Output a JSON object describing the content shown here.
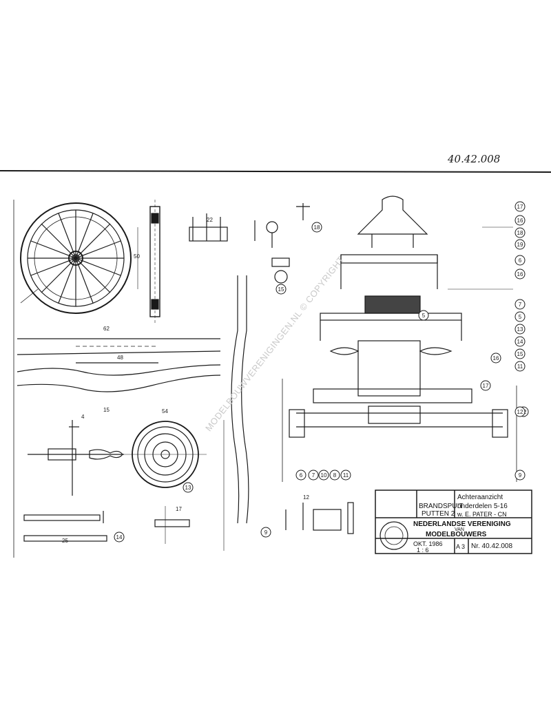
{
  "sheet_number_handwritten": "40.42.008",
  "watermark": "MODELBOUWVERENIGINGEN.NL © COPYRIGHT",
  "title_block": {
    "subject_line1": "Achteraanzicht",
    "subject_line2": "onderdelen 5-16",
    "name_line1": "BRANDSPUIT",
    "name_line2": "PUTTEN 2",
    "drawn_by": "w. E. PATER - CN",
    "org_line1": "NEDERLANDSE VERENIGING",
    "org_line2": "VAN",
    "org_line3": "MODELBOUWERS",
    "date": "OKT. 1986",
    "scale": "1 : 6",
    "sheet_size": "A 3",
    "drawing_number": "Nr. 40.42.008"
  },
  "part_callouts": [
    "6",
    "7",
    "10",
    "8",
    "11",
    "9",
    "13",
    "14",
    "15",
    "12",
    "5",
    "16",
    "17",
    "18"
  ],
  "side_callouts": [
    "17",
    "16",
    "18",
    "19",
    "6",
    "16",
    "7",
    "5",
    "13",
    "14",
    "15",
    "11",
    "12",
    "9"
  ],
  "dimensions": [
    "48",
    "50",
    "54",
    "62",
    "25",
    "17",
    "12",
    "15",
    "4",
    "22"
  ],
  "colors": {
    "ink": "#1a1a1a",
    "watermark": "#c9c9c9",
    "paper": "#ffffff"
  }
}
